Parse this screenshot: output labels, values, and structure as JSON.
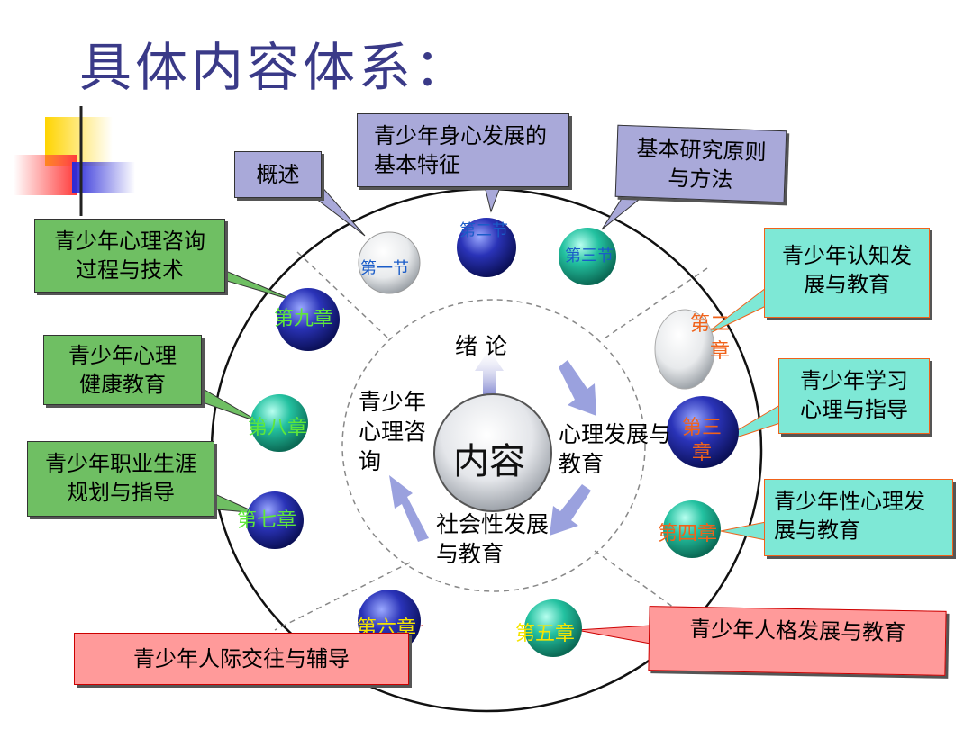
{
  "title": "具体内容体系：",
  "center": "内容",
  "inner": {
    "top": "绪 论",
    "right": "心理发展与教育",
    "bottom": "社会性发展与教育",
    "left": "青少年心理咨询"
  },
  "nodes": {
    "s1": "第一节",
    "s2": "第二节",
    "s3": "第三节",
    "c2": "第二章",
    "c3": "第三章",
    "c4": "第四章",
    "c5": "第五章",
    "c6": "第六章",
    "c7": "第七章",
    "c8": "第八章",
    "c9": "第九章"
  },
  "callouts": {
    "s1": "概述",
    "s2": "青少年身心发展的基本特征",
    "s3": "基本研究原则与方法",
    "c2": "青少年认知发展与教育",
    "c3": "青少年学习心理与指导",
    "c4": "青少年性心理发展与教育",
    "c5": "青少年人格发展与教育",
    "c6": "青少年人际交往与辅导",
    "c7": "青少年职业生涯规划与指导",
    "c8": "青少年心理健康教育",
    "c9": "青少年心理咨询过程与技术"
  },
  "colors": {
    "title": "#3a3a88",
    "purple_box": "#a9a9d9",
    "green_box": "#6fbf63",
    "teal_box": "#7ee8d6",
    "pink_box": "#ff9a9a",
    "label_blue": "#1a5cc8",
    "label_green": "#5ee83a",
    "label_orange": "#f0621a",
    "label_yellow": "#f5e400"
  }
}
